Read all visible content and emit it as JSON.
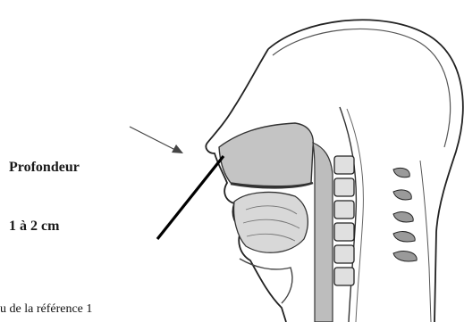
{
  "label": {
    "line1": "Profondeur",
    "line2": "1 à 2 cm"
  },
  "caption": "u de la référence 1"
}
